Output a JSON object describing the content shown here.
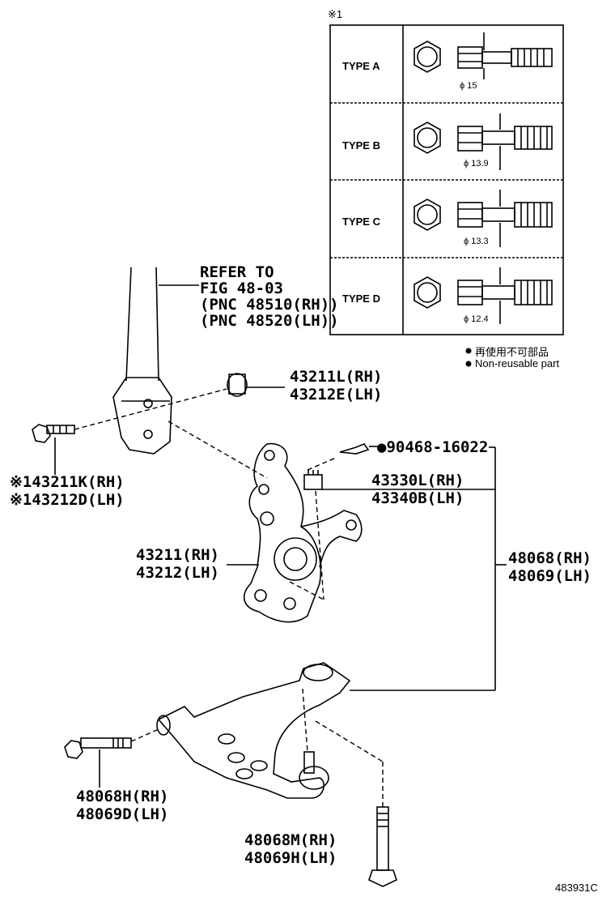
{
  "table": {
    "marker": "※1",
    "rows": [
      {
        "type": "TYPE A",
        "diameter": "ϕ 15"
      },
      {
        "type": "TYPE B",
        "diameter": "ϕ 13.9"
      },
      {
        "type": "TYPE C",
        "diameter": "ϕ 13.3"
      },
      {
        "type": "TYPE D",
        "diameter": "ϕ 12.4"
      }
    ]
  },
  "legend": {
    "line_jp": "再使用不可部品",
    "line_en": "Non-reusable part"
  },
  "callouts": {
    "refer": [
      "REFER TO",
      "FIG 48-03",
      "(PNC 48510(RH))",
      "(PNC 48520(LH))"
    ],
    "nut_top": [
      "43211L(RH)",
      "43212E(LH)"
    ],
    "bolt_left": [
      "※143211K(RH)",
      "※143212D(LH)"
    ],
    "pin": "●90468-16022",
    "castle_nut": [
      "43330L(RH)",
      "43340B(LH)"
    ],
    "knuckle": [
      "43211(RH)",
      "43212(LH)"
    ],
    "arm": [
      "48068(RH)",
      "48069(LH)"
    ],
    "arm_bolt": [
      "48068H(RH)",
      "48069D(LH)"
    ],
    "bottom_bolt": [
      "48068M(RH)",
      "48069H(LH)"
    ]
  },
  "figure_code": "483931C"
}
